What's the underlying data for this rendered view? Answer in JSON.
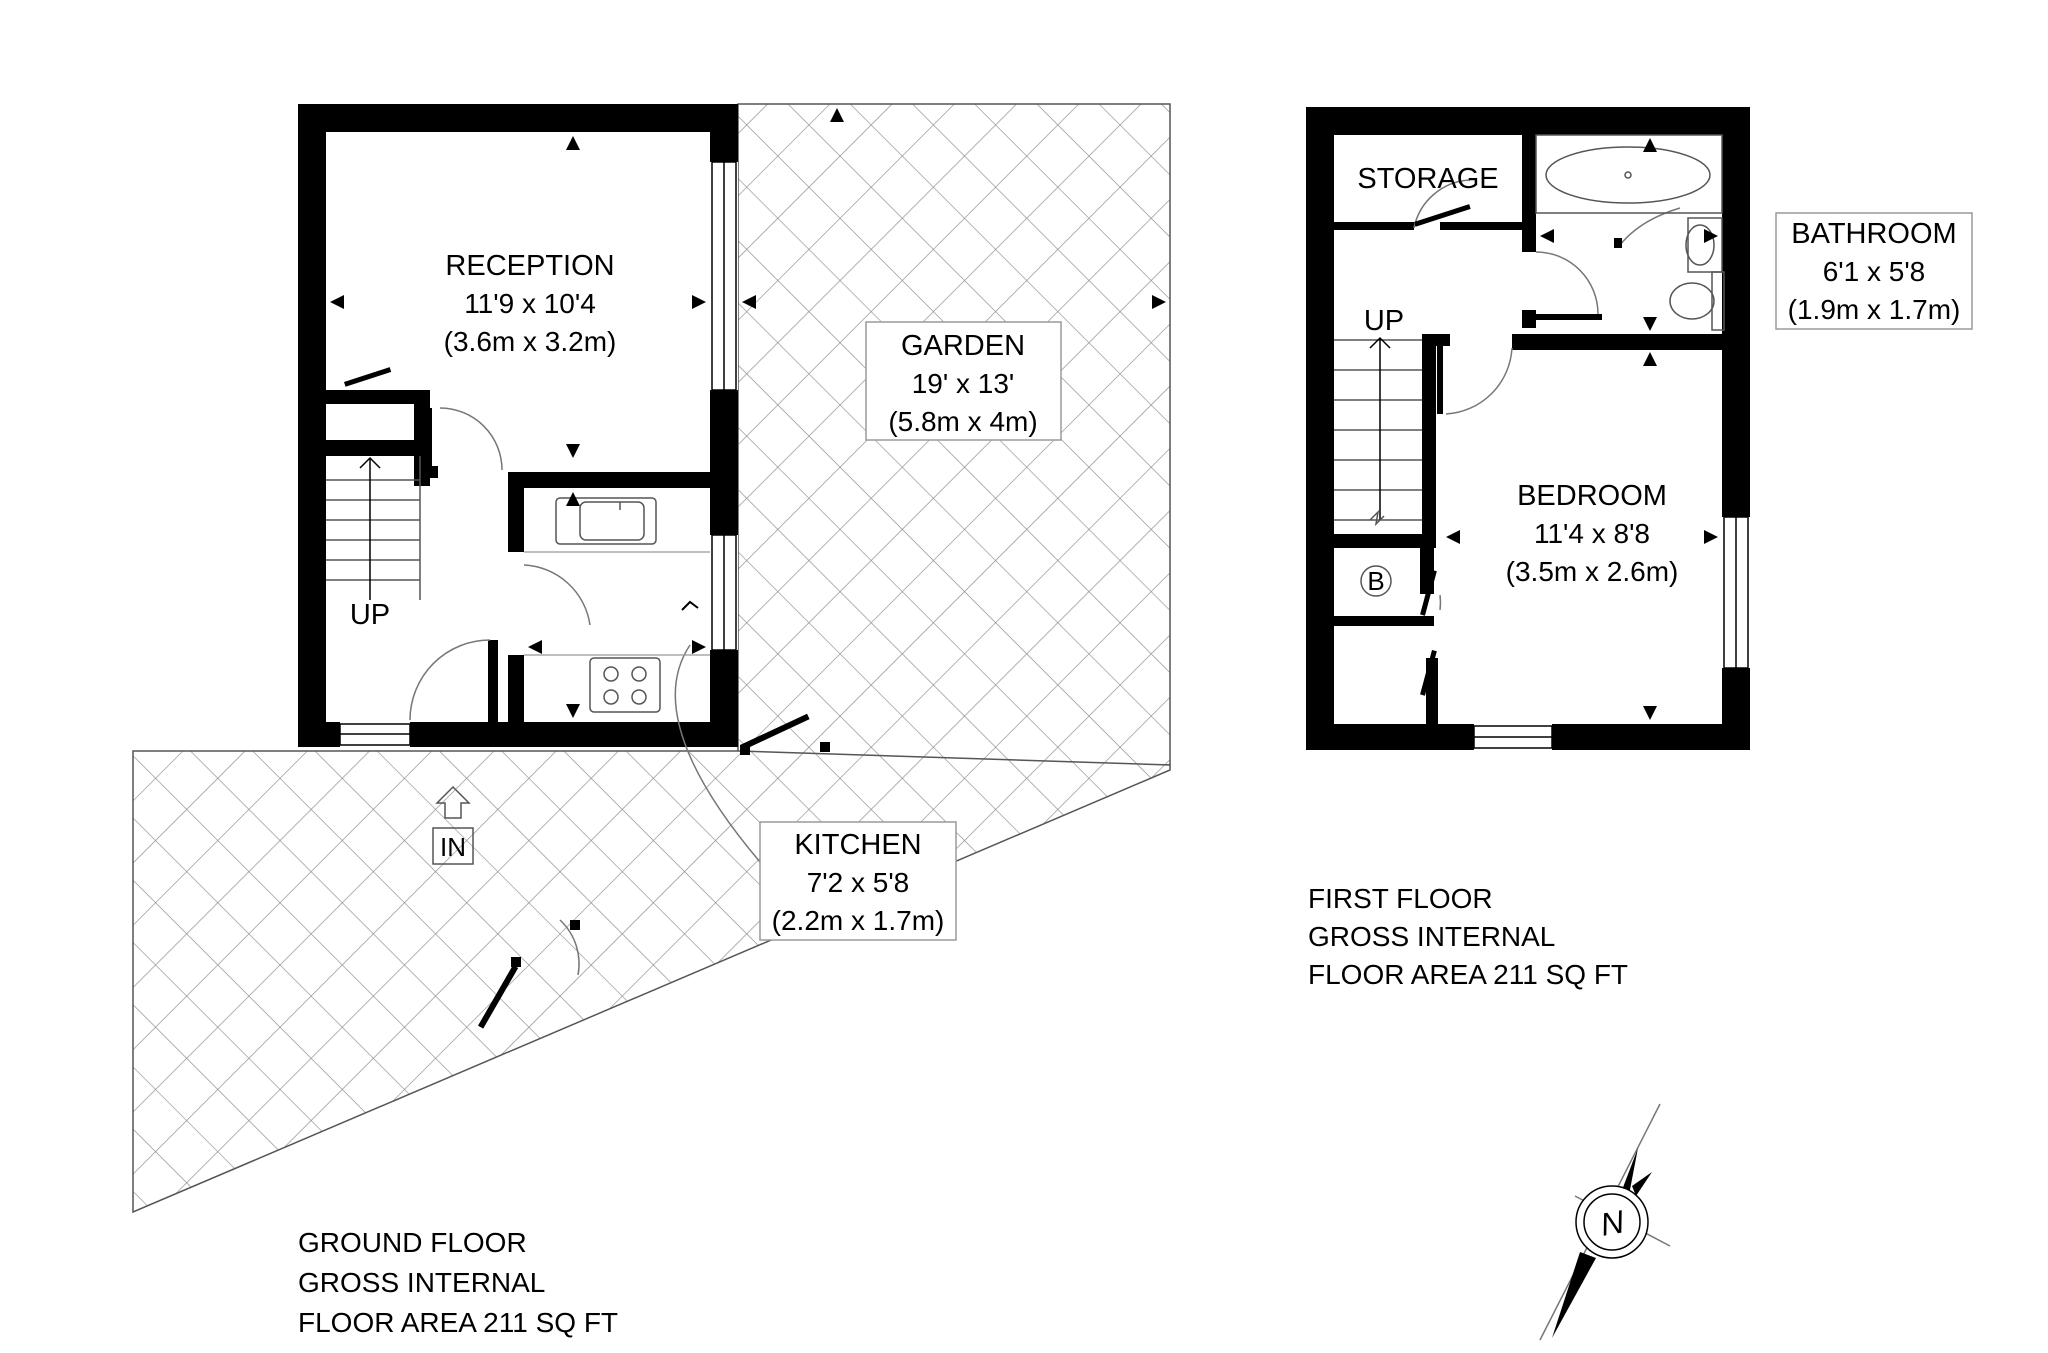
{
  "colors": {
    "wall": "#000000",
    "hatch": "#8a8a8a",
    "background": "#ffffff",
    "box_border": "#9a9a9a"
  },
  "rooms": {
    "reception": {
      "name": "RECEPTION",
      "dim_imperial": "11'9 x 10'4",
      "dim_metric": "(3.6m x 3.2m)"
    },
    "garden": {
      "name": "GARDEN",
      "dim_imperial": "19' x 13'",
      "dim_metric": "(5.8m x 4m)"
    },
    "kitchen": {
      "name": "KITCHEN",
      "dim_imperial": "7'2 x 5'8",
      "dim_metric": "(2.2m x 1.7m)"
    },
    "storage": {
      "name": "STORAGE"
    },
    "bathroom": {
      "name": "BATHROOM",
      "dim_imperial": "6'1 x 5'8",
      "dim_metric": "(1.9m x 1.7m)"
    },
    "bedroom": {
      "name": "BEDROOM",
      "dim_imperial": "11'4 x 8'8",
      "dim_metric": "(3.5m x 2.6m)"
    }
  },
  "labels": {
    "stairs_ground": "UP",
    "stairs_first": "UP",
    "entrance": "IN",
    "boiler": "B",
    "north": "N"
  },
  "floors": {
    "ground": {
      "line1": "GROUND FLOOR",
      "line2": "GROSS INTERNAL",
      "line3": "FLOOR AREA 211 SQ FT"
    },
    "first": {
      "line1": "FIRST FLOOR",
      "line2": "GROSS INTERNAL",
      "line3": "FLOOR AREA 211 SQ FT"
    }
  },
  "icons": [
    "compass-icon",
    "bath-icon",
    "sink-icon",
    "hob-icon",
    "toilet-icon",
    "basin-icon",
    "entrance-arrow-icon"
  ]
}
